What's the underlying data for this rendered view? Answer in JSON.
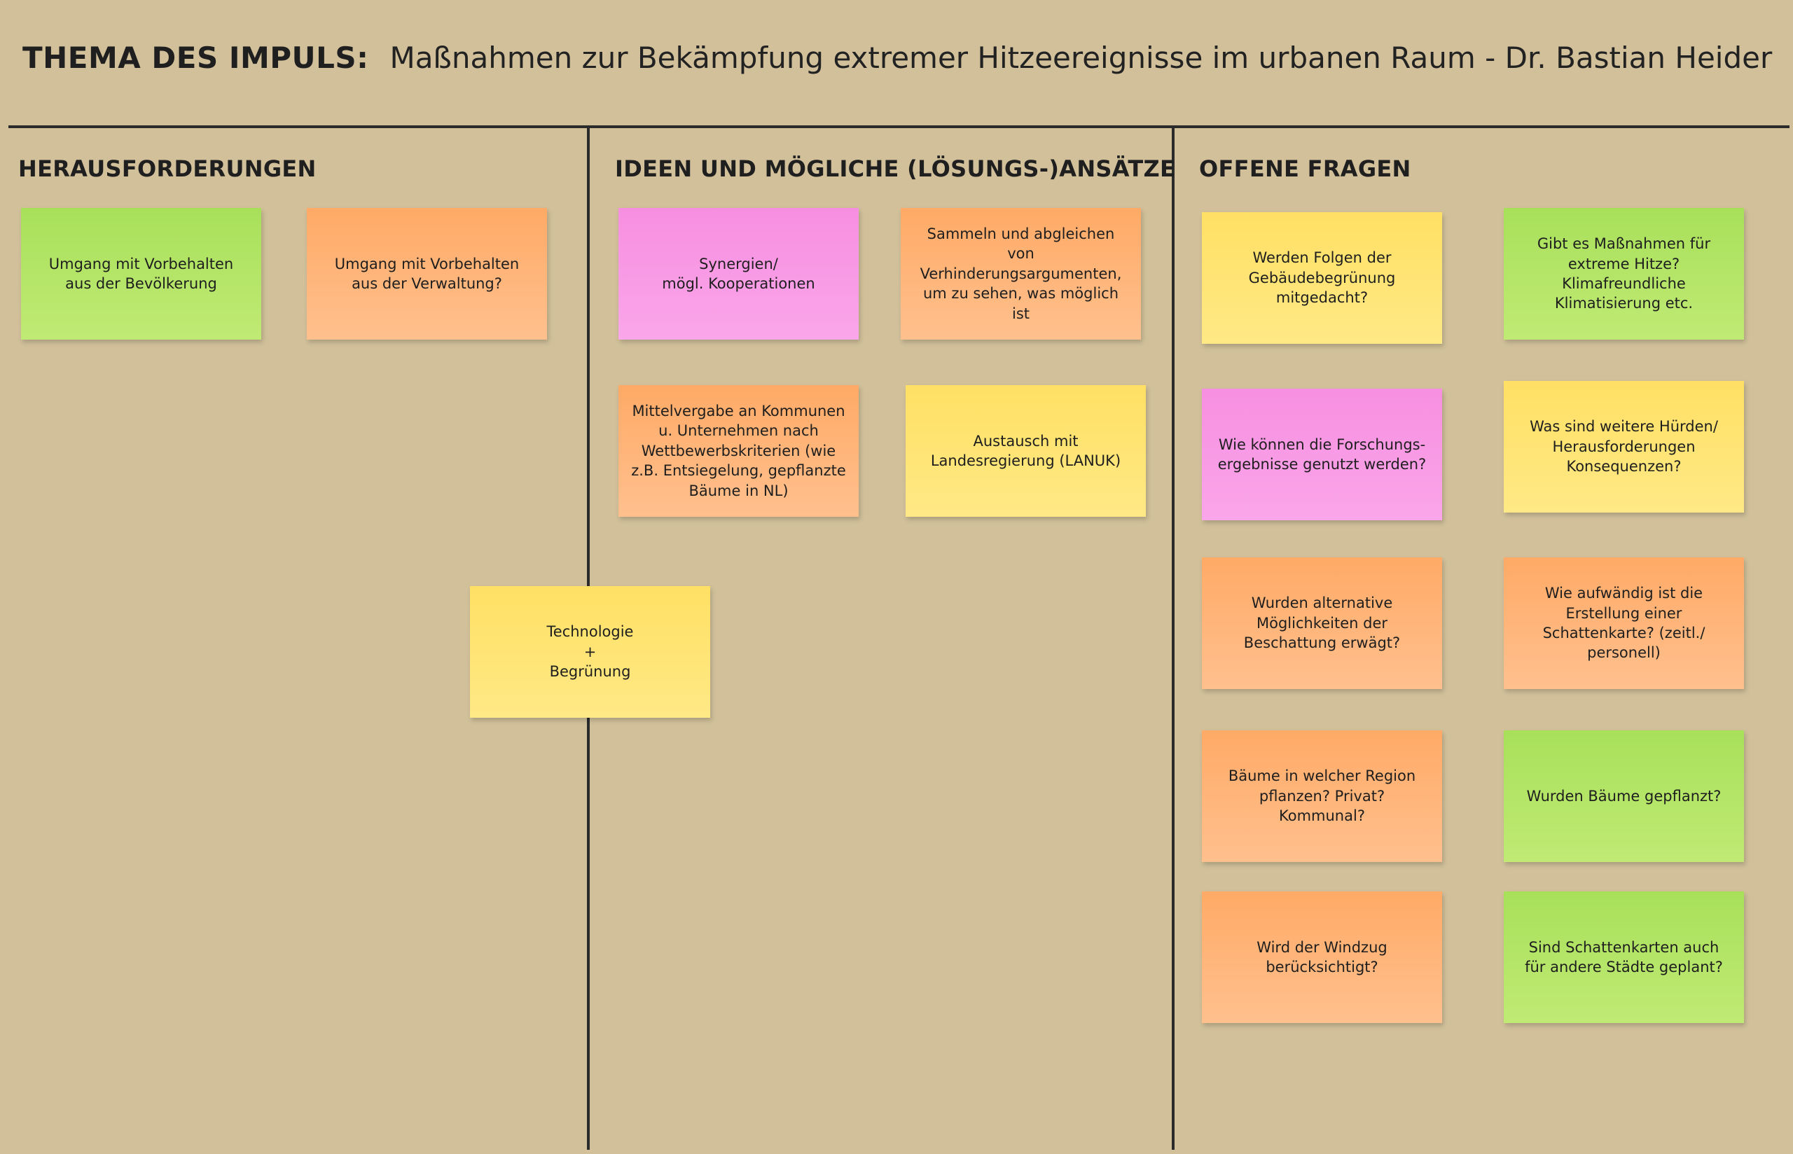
{
  "topic": {
    "label": "THEMA DES IMPULS:",
    "text": "Maßnahmen zur Bekämpfung extremer Hitzeereignisse im urbanen Raum - Dr. Bastian Heider"
  },
  "columns": {
    "challenges": "HERAUSFORDERUNGEN",
    "ideas": "IDEEN UND MÖGLICHE (LÖSUNGS-)ANSÄTZE",
    "questions": "OFFENE FRAGEN"
  },
  "notes": {
    "challenges": [
      "Umgang mit Vorbehalten aus der Bevölkerung",
      "Umgang mit Vorbehalten aus der Verwaltung?"
    ],
    "bridge": "Technologie\n+\nBegrünung",
    "ideas": [
      "Synergien/\nmögl. Kooperationen",
      "Sammeln und abgleichen von Verhinderungsargumenten, um zu sehen, was möglich ist",
      "Mittelvergabe an Kommunen u. Unternehmen nach Wettbewerbskriterien (wie z.B. Entsiegelung, gepflanzte Bäume in NL)",
      "Austausch mit Landesregierung (LANUK)"
    ],
    "questions": [
      "Werden Folgen der Gebäudebegrünung mitgedacht?",
      "Gibt es Maßnahmen für extreme Hitze? Klimafreundliche Klimatisierung etc.",
      "Wie können die Forschungs-ergebnisse genutzt werden?",
      "Was sind weitere Hürden/ Herausforderungen Konsequenzen?",
      "Wurden alternative Möglichkeiten der Beschattung erwägt?",
      "Wie aufwändig ist die Erstellung einer Schattenkarte? (zeitl./ personell)",
      "Bäume in welcher Region pflanzen? Privat? Kommunal?",
      "Wurden Bäume gepflanzt?",
      "Wird der Windzug berücksichtigt?",
      "Sind Schattenkarten auch für andere Städte geplant?"
    ]
  },
  "colors": {
    "board": "#d1c09a",
    "green": "#b4e566",
    "orange": "#ffb57a",
    "pink": "#f89ae5",
    "yellow": "#ffe475"
  }
}
